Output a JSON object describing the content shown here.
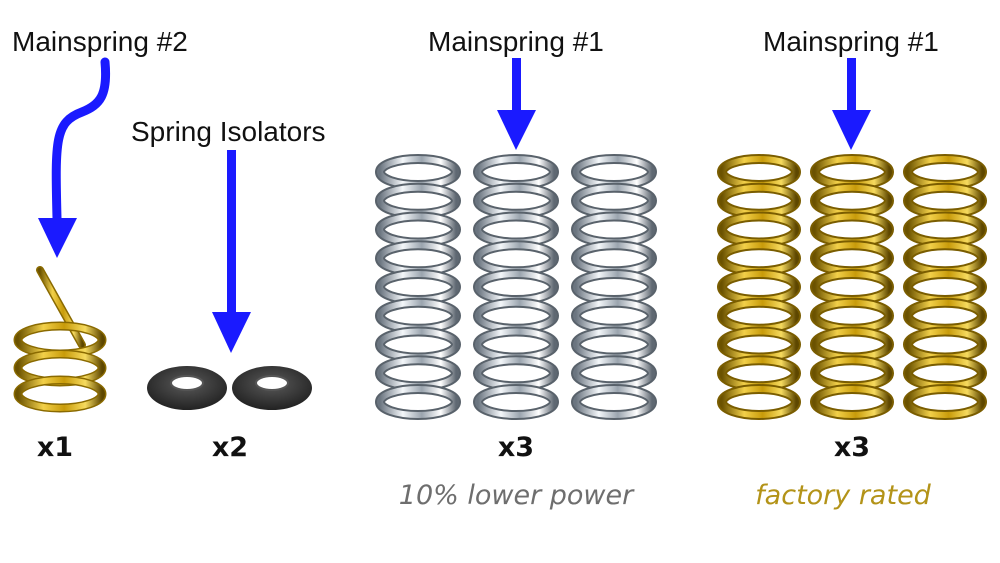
{
  "labels": {
    "mainspring2": "Mainspring #2",
    "isolators": "Spring Isolators",
    "mainspring1_chrome": "Mainspring #1",
    "mainspring1_gold": "Mainspring #1"
  },
  "quantities": {
    "mainspring2": "x1",
    "isolators": "x2",
    "chrome": "x3",
    "gold": "x3"
  },
  "notes": {
    "chrome": "10% lower power",
    "gold": "factory rated"
  },
  "colors": {
    "arrow": "#1a1aff",
    "note_gray": "#6e6e6e",
    "note_gold": "#b39318",
    "gold": "#c8a10e",
    "chrome": "#b9c3cc",
    "rubber": "#3a3a3a"
  },
  "icons": {
    "arrows": "arrow-down-icon",
    "springs": "coil-spring-icon",
    "isolators": "rubber-ring-icon"
  }
}
